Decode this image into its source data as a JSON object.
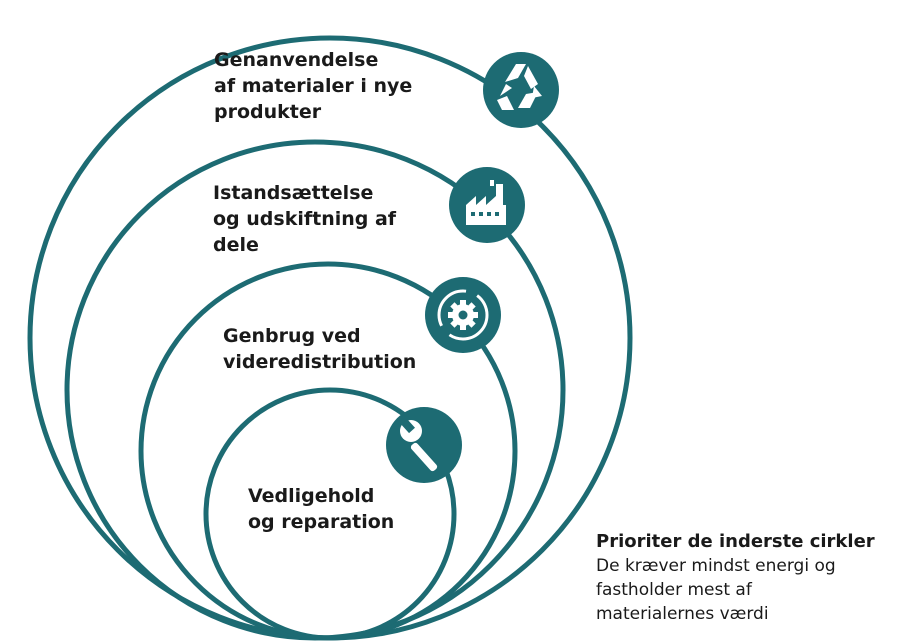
{
  "colors": {
    "ring": "#1d6b73",
    "badge": "#1d6b73",
    "icon": "#ffffff",
    "text": "#1a1a1a"
  },
  "circles": [
    {
      "id": "recycling",
      "lines": [
        "Genanvendelse",
        "af materialer i nye",
        "produkter"
      ],
      "icon": "recycle-icon"
    },
    {
      "id": "refurbish",
      "lines": [
        "Istandsættelse",
        "og udskiftning af",
        "dele"
      ],
      "icon": "factory-icon"
    },
    {
      "id": "reuse",
      "lines": [
        "Genbrug ved",
        "videredistribution"
      ],
      "icon": "gear-cycle-icon"
    },
    {
      "id": "maintain",
      "lines": [
        "Vedligehold",
        "og reparation"
      ],
      "icon": "wrench-icon"
    }
  ],
  "note": {
    "title": "Prioriter de inderste cirkler",
    "lines": [
      "De kræver mindst energi og",
      "fastholder mest af",
      "materialernes værdi"
    ]
  }
}
